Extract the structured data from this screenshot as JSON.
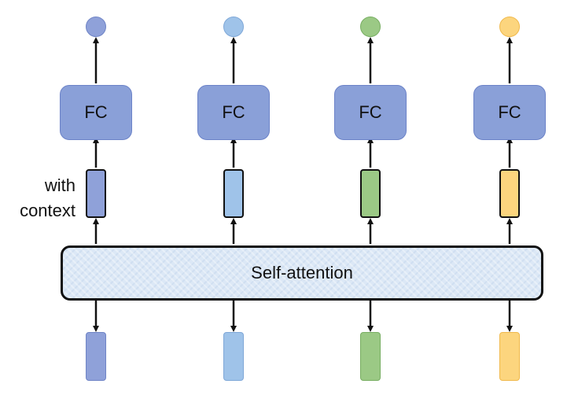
{
  "diagram": {
    "fc_label": "FC",
    "self_attention_label": "Self-attention",
    "context_label_line1": "with",
    "context_label_line2": "context",
    "columns": [
      {
        "color": "#8fa1d9",
        "border": "#6f84c6"
      },
      {
        "color": "#9fc3e9",
        "border": "#7fa8d8"
      },
      {
        "color": "#9bc985",
        "border": "#78ae62"
      },
      {
        "color": "#fcd57e",
        "border": "#f0b94c"
      }
    ]
  }
}
